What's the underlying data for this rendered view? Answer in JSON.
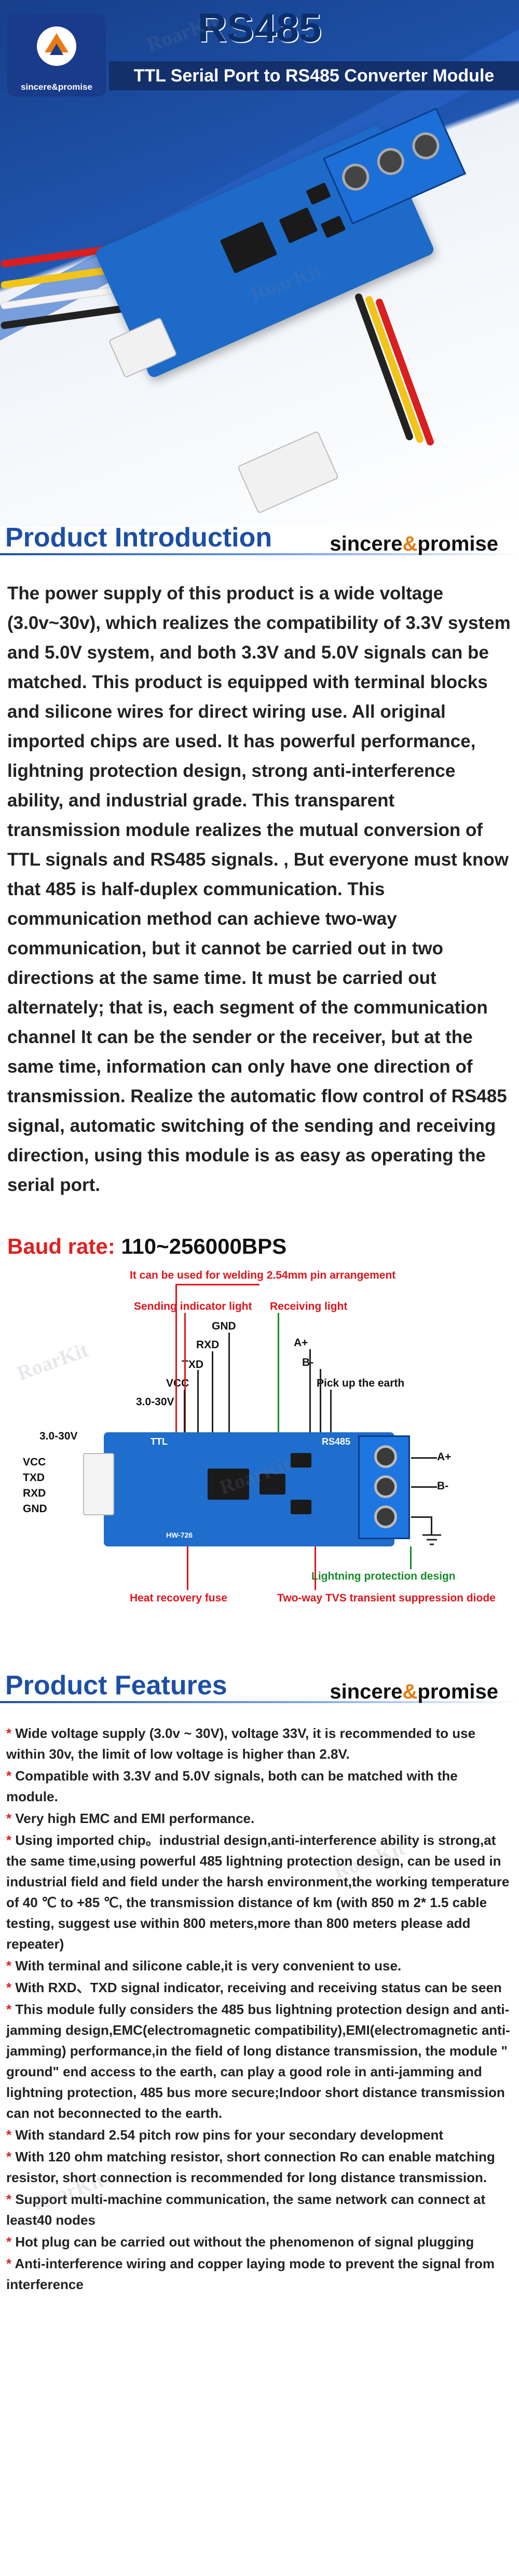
{
  "header": {
    "logo_text": "sincere&promise",
    "title": "RS485",
    "subtitle": "TTL Serial Port to RS485 Converter Module"
  },
  "watermark": "RoarKit",
  "intro": {
    "title": "Product Introduction",
    "brand_a": "sincere",
    "brand_amp": "&",
    "brand_b": "promise",
    "body": "The power supply of this product is a wide voltage (3.0v~30v), which realizes the compatibility of 3.3V system and 5.0V system, and both 3.3V and 5.0V signals can be matched. This product is equipped with terminal blocks and silicone wires for direct wiring use. All original imported chips are used. It has powerful performance, lightning protection design, strong anti-interference ability, and industrial grade. This transparent transmission module realizes the mutual conversion of TTL signals and RS485 signals. , But everyone must know that 485 is half-duplex communication. This communication method can achieve two-way communication, but it cannot be carried out in two directions at the same time. It must be carried out alternately; that is, each segment of the communication channel It can be the sender or the receiver, but at the same time, information can only have one direction of transmission. Realize the automatic flow control of RS485 signal, automatic switching of the sending and receiving direction, using this module is as easy as operating the serial port.",
    "baud_label": "Baud rate:",
    "baud_value": "110~256000BPS"
  },
  "diagram": {
    "pin_arrangement": "It can be used for welding 2.54mm pin arrangement",
    "sending_light": "Sending indicator light",
    "receiving_light": "Receiving light",
    "gnd": "GND",
    "rxd": "RXD",
    "txd": "TXD",
    "vcc": "VCC",
    "v_range_top": "3.0-30V",
    "a_plus": "A+",
    "b_minus": "B-",
    "pick_up_earth": "Pick up the earth",
    "v_range_left": "3.0-30V",
    "left_vcc": "VCC",
    "left_txd": "TXD",
    "left_rxd": "RXD",
    "left_gnd": "GND",
    "right_a": "A+",
    "right_b": "B-",
    "lightning": "Lightning protection design",
    "heat_fuse": "Heat recovery fuse",
    "tvs": "Two-way TVS transient suppression diode",
    "board_label": "RS485",
    "ttl_label": "TTL",
    "model": "HW-726"
  },
  "features": {
    "title": "Product Features",
    "brand_a": "sincere",
    "brand_amp": "&",
    "brand_b": "promise",
    "items": [
      "Wide voltage supply (3.0v ~ 30V), voltage 33V, it is recommended to use within 30v, the limit of low voltage is higher than 2.8V.",
      "Compatible with 3.3V and 5.0V signals, both can be matched with the module.",
      "Very high EMC and EMI performance.",
      "Using imported chip。industrial design,anti-interference ability is strong,at the same time,using powerful 485 lightning protection design, can be used in industrial field and field under the harsh environment,the working temperature of 40 ℃ to +85 ℃, the transmission distance of km (with 850 m 2* 1.5 cable testing, suggest use within 800 meters,more than 800 meters please add repeater)",
      "With terminal and silicone cable,it is very convenient to use.",
      "With RXD、TXD signal indicator, receiving and receiving status can be seen",
      "This module fully considers the 485 bus lightning protection design and anti-jamming design,EMC(electromagnetic compatibility),EMI(electromagnetic anti-jamming) performance,in the field of long distance transmission, the module \" ground\" end access to the earth, can play a good role in anti-jamming and lightning protection, 485 bus more secure;Indoor short distance transmission can not beconnected to the earth.",
      "With standard 2.54 pitch row pins for your secondary development",
      "With 120 ohm matching resistor, short connection Ro can enable matching resistor, short connection is recommended for long distance transmission.",
      "Support multi-machine communication, the same network can connect at least40 nodes",
      "Hot plug can be carried out without the phenomenon of signal plugging",
      "Anti-interference wiring and copper laying mode to prevent the signal from interference"
    ]
  },
  "colors": {
    "accent_blue": "#1c4fa6",
    "red": "#e0151b",
    "green": "#178a2b",
    "orange": "#e87b14"
  }
}
